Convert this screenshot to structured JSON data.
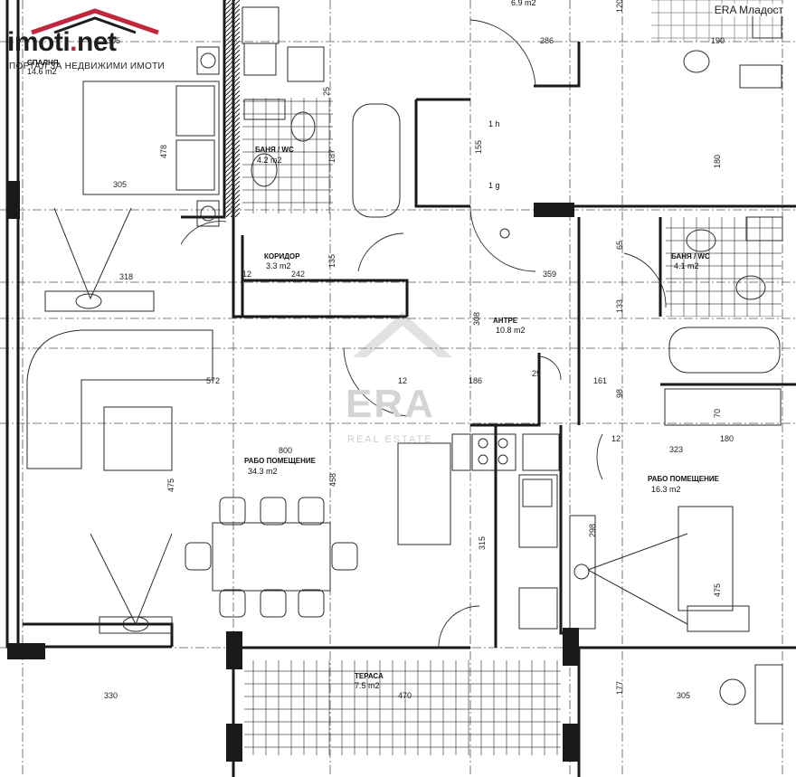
{
  "branding": {
    "site_logo_main": "imoti",
    "site_logo_dot": ".",
    "site_logo_tld": "net",
    "site_tagline": "ПОРТАЛ ЗА НЕДВИЖИМИ ИМОТИ",
    "agency": "ERA Младост",
    "watermark_brand": "ERA",
    "watermark_sub": "REAL ESTATE"
  },
  "rooms": [
    {
      "name": "СПАЛНЯ",
      "area": "14.6 m2"
    },
    {
      "name": "БАНЯ / WC",
      "area": "4.2 m2"
    },
    {
      "name": "КОРИДОР",
      "area": "3.3 m2"
    },
    {
      "name": "АНТРЕ",
      "area": "10.8 m2"
    },
    {
      "name": "БАНЯ / WC",
      "area": "4.1 m2"
    },
    {
      "name": "РАБО ПОМЕЩЕНИЕ",
      "area": "34.3 m2"
    },
    {
      "name": "РАБО ПОМЕЩЕНИЕ",
      "area": "16.3 m2"
    },
    {
      "name": "ТЕРАСА",
      "area": "7.5 m2"
    },
    {
      "name": "",
      "area": "6.9 m2"
    }
  ],
  "dimensions": [
    "305",
    "478",
    "305",
    "318",
    "12",
    "25",
    "155",
    "187",
    "242",
    "135",
    "359",
    "133",
    "98",
    "70",
    "308",
    "186",
    "161",
    "25",
    "800",
    "572",
    "475",
    "458",
    "315",
    "298",
    "323",
    "180",
    "475",
    "330",
    "470",
    "177",
    "305",
    "286",
    "180",
    "190",
    "65",
    "120",
    "12",
    "12"
  ],
  "stairs": {
    "up": "1 h",
    "down": "1 g"
  },
  "colors": {
    "wall": "#1a1a1a",
    "line": "#2b2b2b",
    "grid": "#555555",
    "logo_accent": "#c0273d"
  }
}
